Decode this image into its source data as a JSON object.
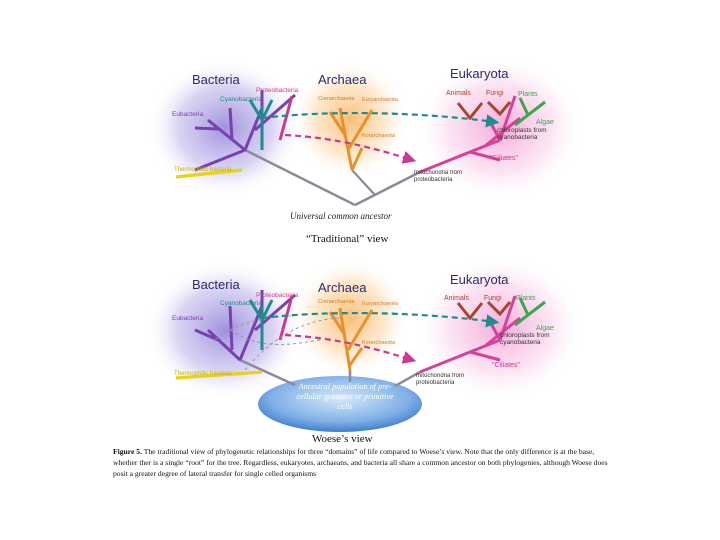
{
  "panels": {
    "traditional": {
      "domains": {
        "bacteria": "Bacteria",
        "archaea": "Archaea",
        "eukaryota": "Eukaryota"
      },
      "groups": {
        "proteobacteria": "Proteobacteria",
        "cyanobacteria": "Cyanobacteria",
        "eubacteria": "Eubacteria",
        "thermophilic": "Thermophilic bacteria",
        "crenarchaeota": "Crenarchaeota",
        "euryarchaeota": "Euryarchaeota",
        "korarchaeota": "Korarchaeota",
        "animals": "Animals",
        "fungi": "Fungi",
        "plants": "Plants",
        "algae": "Algae",
        "chloroplasts": "chloroplasts from cyanobacteria",
        "ciliates": "\"Ciliates\"",
        "mitochondria": "mitochondria from proteobacteria"
      },
      "root_label": "Universal common ancestor",
      "view_title": "“Traditional” view"
    },
    "woese": {
      "domains": {
        "bacteria": "Bacteria",
        "archaea": "Archaea",
        "eukaryota": "Eukaryota"
      },
      "groups": {
        "proteobacteria": "Proteobacteria",
        "cyanobacteria": "Cyanobacteria",
        "eubacteria": "Eubacteria",
        "thermophilic": "Thermophilic bacteria",
        "crenarchaeota": "Crenarchaeota",
        "euryarchaeota": "Euryarchaeota",
        "korarchaeota": "Korarchaeota",
        "animals": "Animals",
        "fungi": "Fungi",
        "plants": "Plants",
        "algae": "Algae",
        "chloroplasts": "chloroplasts from cyanobacteria",
        "ciliates": "\"Ciliates\"",
        "mitochondria": "mitochondria from proteobacteria"
      },
      "ancestral": "Ancestral population of pre-cellular genomes or primitive cells",
      "view_title": "Woese’s view"
    }
  },
  "caption": {
    "figure_label": "Figure 5.",
    "text": "The traditional view of phylogenetic relationships for three “domains” of life compared to Woese’s view. Note that the only difference is at the base, whether ther is a single “root” for the tree. Regardless, eukaryotes, archaeans, and bacteria all share a common ancestor on both phylogenies, although Woese does posit a greater degree of lateral transfer for single celled organisms"
  },
  "colors": {
    "bacteria_glow": "#8e7fd6",
    "archaea_glow": "#f7b25a",
    "eukaryota_glow": "#f08fcf",
    "trunk": "#8a8a9a",
    "purple": "#7a3fb0",
    "teal": "#1e8c8a",
    "magenta": "#c93a8f",
    "yellow": "#e8d21a",
    "orange": "#e8912a",
    "pink": "#d5409a",
    "red_brown": "#a8442e",
    "green": "#3aa84a",
    "blue_cell": "#4f8ed6"
  }
}
